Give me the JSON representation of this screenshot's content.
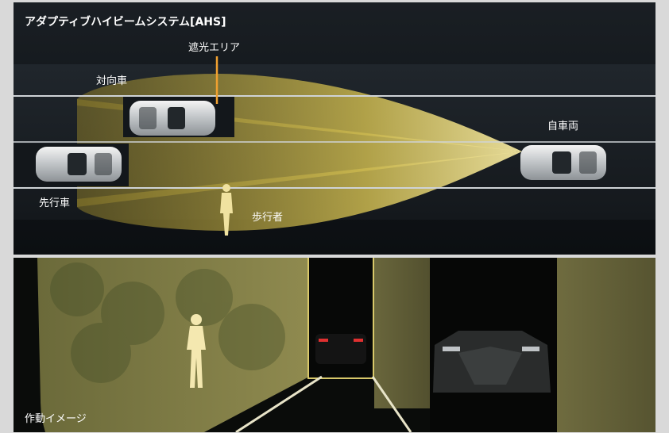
{
  "title": "アダプティブハイビームシステム[AHS]",
  "labels": {
    "shade_area": "遮光エリア",
    "oncoming_car": "対向車",
    "own_car": "自車両",
    "preceding_car": "先行車",
    "pedestrian": "歩行者",
    "operation_image": "作動イメージ"
  },
  "colors": {
    "beam": "#d8c86a",
    "road_line": "#cfd3d6",
    "indicator": "#f0a030"
  }
}
